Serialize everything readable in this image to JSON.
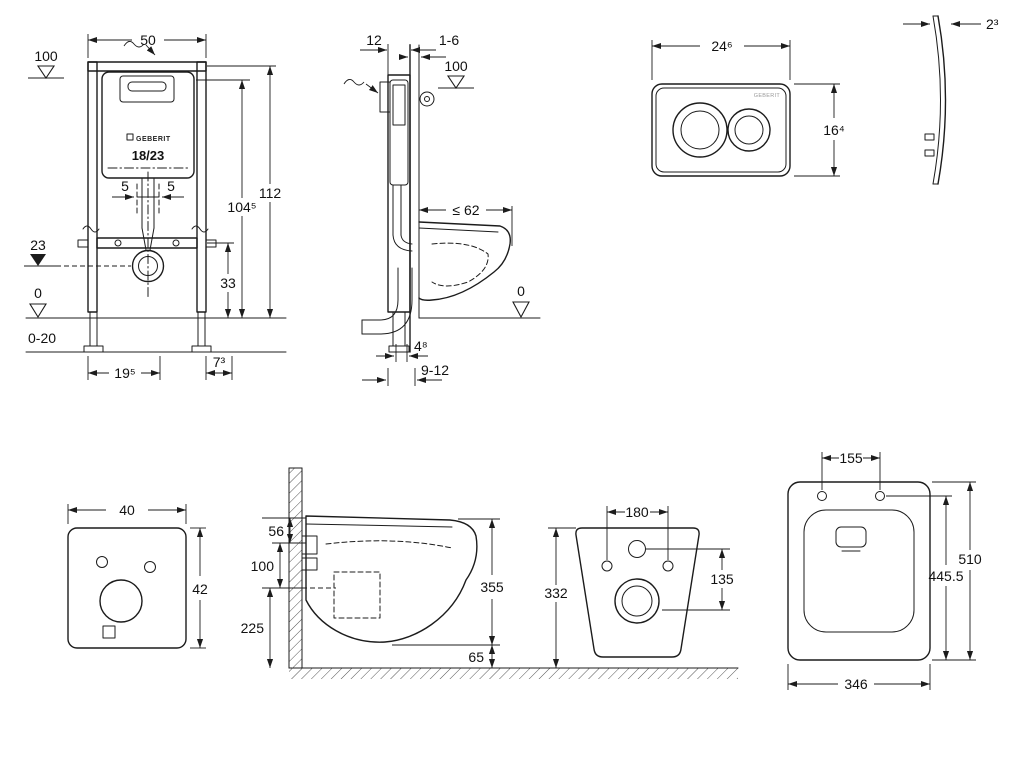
{
  "frame_front": {
    "brand": "GEBERIT",
    "model": "18/23",
    "width": "50",
    "trigger_height": "100",
    "total_height": "112",
    "inner_height": "104⁵",
    "offset_left": "5",
    "offset_right": "5",
    "outlet_height": "23",
    "crossbar_height": "33",
    "floor_level": "0",
    "floor_buildup": "0-20",
    "foot_span": "19⁵",
    "side_offset": "7³"
  },
  "frame_side": {
    "depth": "12",
    "wall_finish": "1-6",
    "trigger_height": "100",
    "bowl_depth_max": "≤ 62",
    "floor_level": "0",
    "outlet_offset": "4⁸",
    "pipe_distance": "9-12"
  },
  "flush_plate_front": {
    "brand": "GEBERIT",
    "width": "24⁶",
    "height": "16⁴"
  },
  "flush_plate_side": {
    "thickness": "2³"
  },
  "sound_pad": {
    "width": "40",
    "height": "42"
  },
  "bowl_side_view": {
    "rim_offset": "56",
    "inlet_offset": "100",
    "outlet_height": "225",
    "depth": "355",
    "bottom_gap": "65"
  },
  "bowl_front_view": {
    "bolt_spacing": "180",
    "axis_distance": "135",
    "height": "332"
  },
  "bowl_top_view": {
    "slot_width": "155",
    "inner_length": "445.5",
    "length": "510",
    "width": "346"
  }
}
